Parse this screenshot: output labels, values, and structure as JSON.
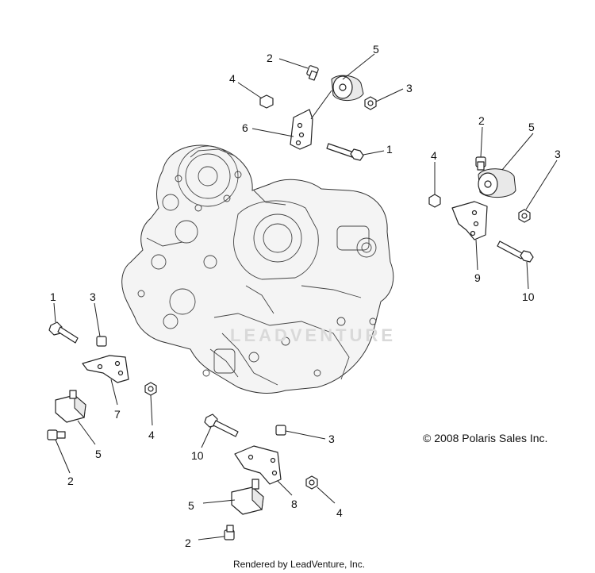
{
  "diagram": {
    "callouts": {
      "top_2": "2",
      "top_4": "4",
      "top_5": "5",
      "top_3": "3",
      "top_6": "6",
      "top_1": "1",
      "right_2": "2",
      "right_5": "5",
      "right_4": "4",
      "right_3": "3",
      "right_9": "9",
      "right_10": "10",
      "left_1": "1",
      "left_3": "3",
      "left_7": "7",
      "left_4": "4",
      "left_5": "5",
      "left_2": "2",
      "bottom_10": "10",
      "bottom_3": "3",
      "bottom_5": "5",
      "bottom_8": "8",
      "bottom_4": "4",
      "bottom_2": "2"
    },
    "watermark": "LEADVENTURE",
    "copyright": "© 2008 Polaris Sales Inc.",
    "footer": "Rendered by LeadVenture, Inc."
  }
}
